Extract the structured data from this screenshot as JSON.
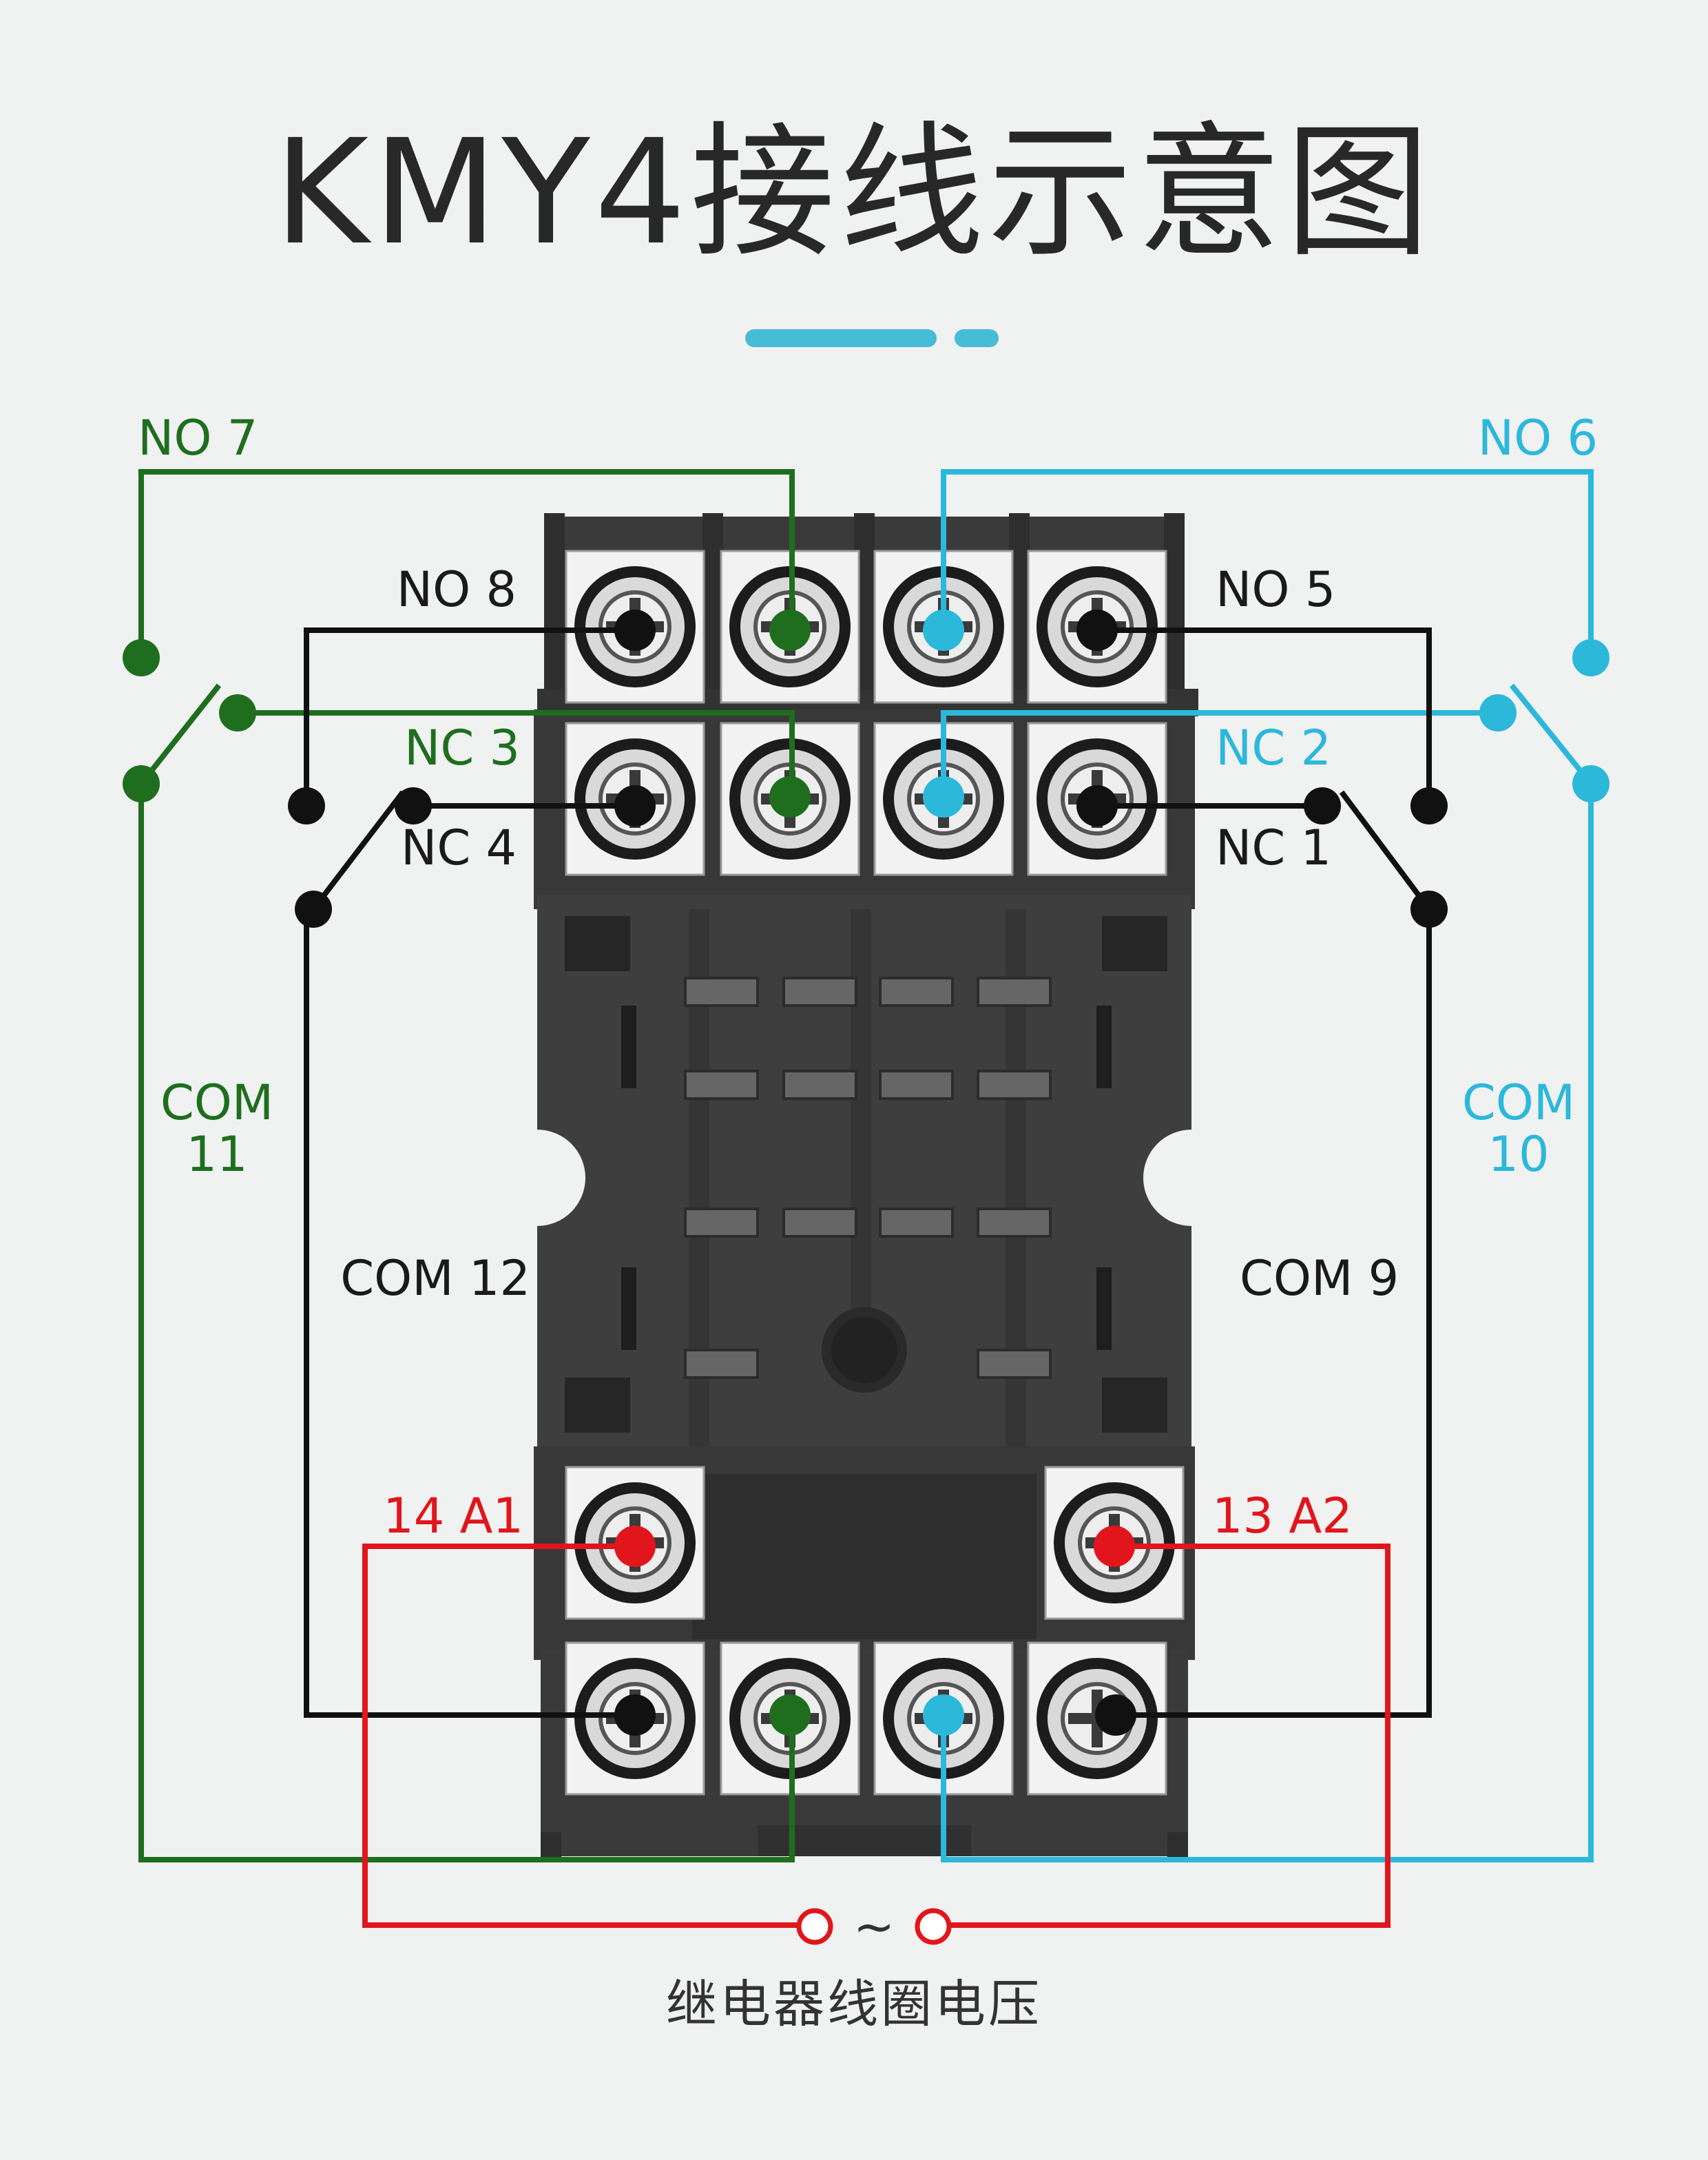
{
  "title": "KMY4接线示意图",
  "caption": "继电器线圈电压",
  "ac_symbol": "~",
  "colors": {
    "background": "#f0f1f1",
    "green": "#1e6e1e",
    "blue": "#2bb8db",
    "black": "#111111",
    "red": "#e0161c",
    "socket_body": "#3e3e3e",
    "terminal_plate": "#f2f2f2",
    "accent_bar": "#46bcd6"
  },
  "labels": {
    "no7": "NO 7",
    "no6": "NO 6",
    "no8": "NO 8",
    "no5": "NO 5",
    "nc3": "NC 3",
    "nc2": "NC 2",
    "nc4": "NC 4",
    "nc1": "NC 1",
    "com11_line1": "COM",
    "com11_line2": "11",
    "com10_line1": "COM",
    "com10_line2": "10",
    "com12": "COM 12",
    "com9": "COM 9",
    "a1": "14 A1",
    "a2": "13 A2"
  }
}
